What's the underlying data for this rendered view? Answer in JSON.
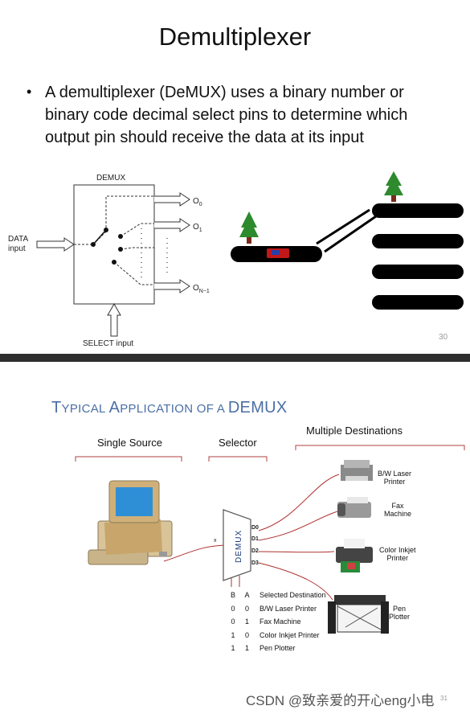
{
  "slide1": {
    "title": "Demultiplexer",
    "bullet": "A demultiplexer (DeMUX) uses  a binary number or binary code decimal select pins to determine which output pin should receive the data at its input",
    "diagram": {
      "block_label": "DEMUX",
      "data_input_line1": "DATA",
      "data_input_line2": "input",
      "select_input": "SELECT input",
      "out_o": "O",
      "out0_sub": "0",
      "out1_sub": "1",
      "outn_sub": "N−1"
    },
    "page_number": "30"
  },
  "slide2": {
    "title_T": "T",
    "title_ypical": "YPICAL ",
    "title_A": "A",
    "title_pplication": "PPLICATION OF A ",
    "title_demux": "DEMUX",
    "single_source": "Single Source",
    "selector": "Selector",
    "multiple_destinations": "Multiple Destinations",
    "demux_block": "DEMUX",
    "input_x": "x",
    "outputs": [
      "D0",
      "D1",
      "D2",
      "D3"
    ],
    "select_b": "B",
    "select_a": "A",
    "table_header": [
      "B",
      "A",
      "Selected Destination"
    ],
    "table_rows": [
      [
        "0",
        "0",
        "B/W Laser Printer"
      ],
      [
        "0",
        "1",
        "Fax Machine"
      ],
      [
        "1",
        "0",
        "Color Inkjet Printer"
      ],
      [
        "1",
        "1",
        "Pen Plotter"
      ]
    ],
    "destinations": {
      "bw_laser_1": "B/W Laser",
      "bw_laser_2": "Printer",
      "fax_1": "Fax",
      "fax_2": "Machine",
      "color_1": "Color Inkjet",
      "color_2": "Printer",
      "pen_1": "Pen",
      "pen_2": "Plotter"
    },
    "page_number": "31"
  },
  "watermark": "CSDN @致亲爱的开心eng小电",
  "colors": {
    "title_blue": "#4a6fa5",
    "wire_red": "#b03030",
    "tree_green": "#2d8a2d",
    "bracket_red": "#b04040"
  }
}
